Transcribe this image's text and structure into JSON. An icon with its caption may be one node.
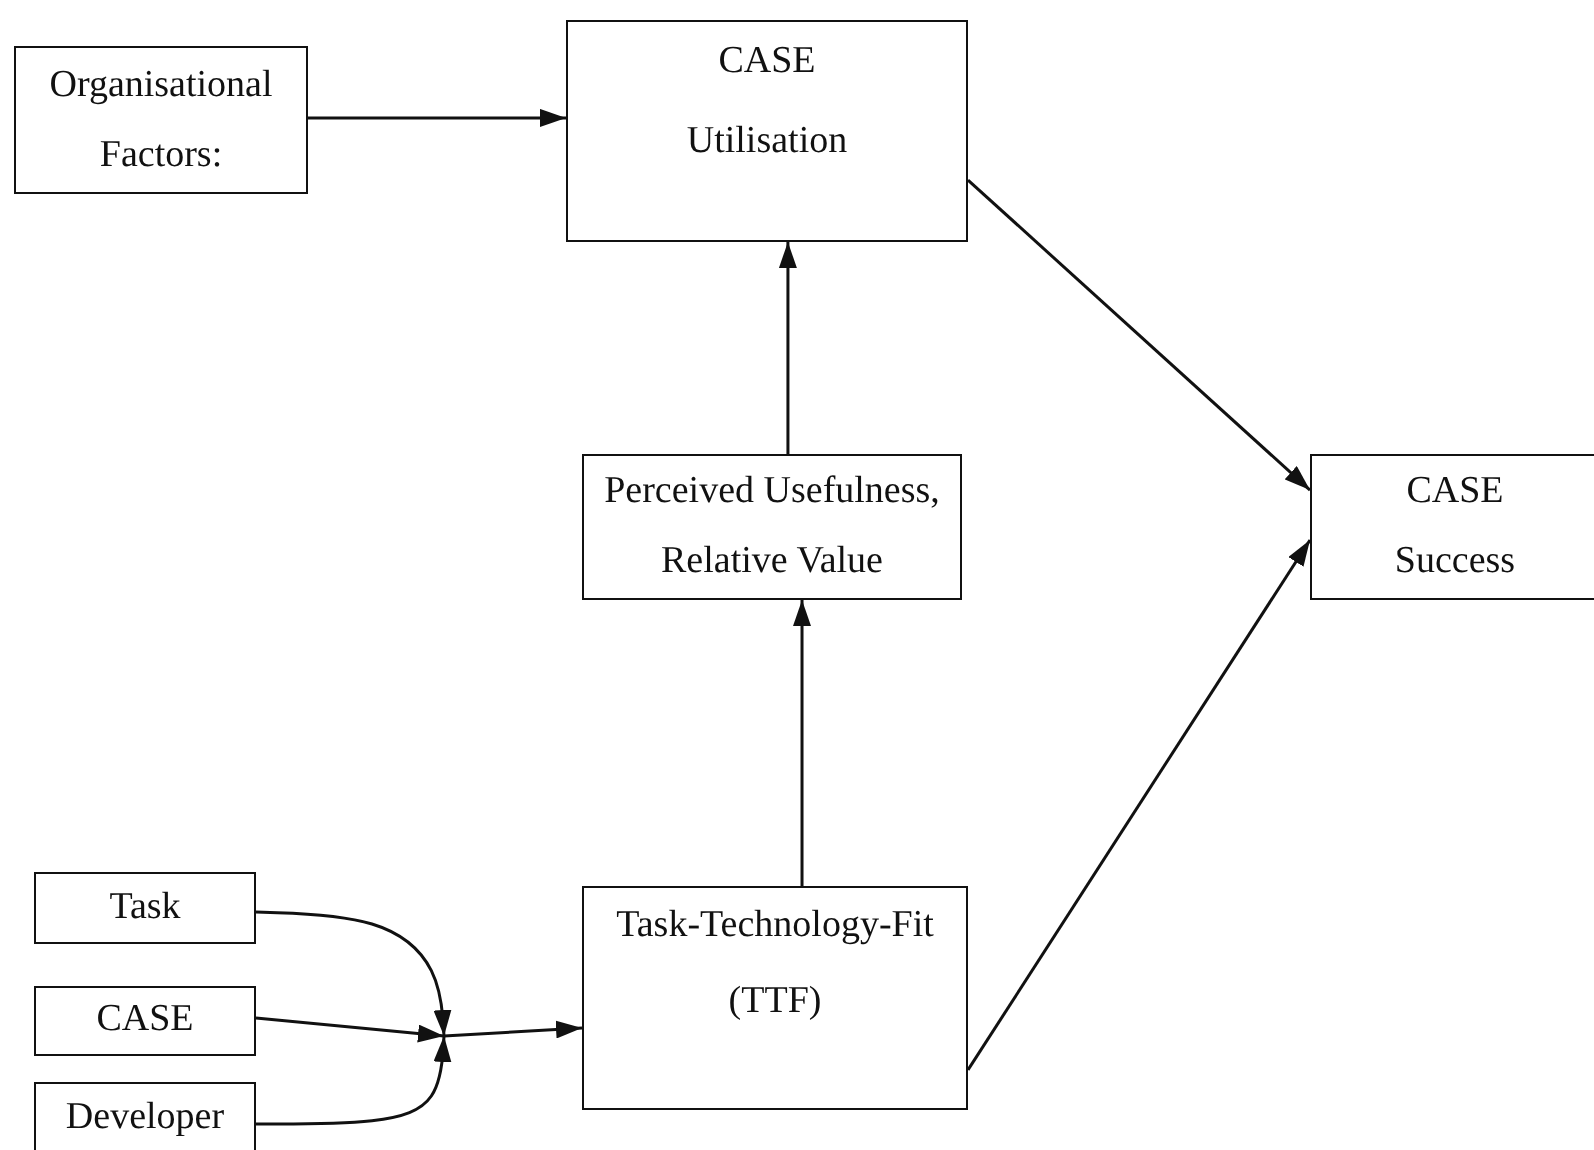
{
  "diagram": {
    "nodes": [
      {
        "text": [
          "Organisational Factors:"
        ]
      },
      {
        "text": [
          "CASE Utilisation"
        ]
      },
      {
        "text": [
          "Perceived Usefulness, Relative Value"
        ]
      },
      {
        "text": [
          "CASE Success"
        ]
      },
      {
        "text": [
          "Task"
        ]
      },
      {
        "text": [
          "CASE"
        ]
      },
      {
        "text": [
          "Developer"
        ]
      },
      {
        "text": [
          "Task-Technology-Fit (TTF)"
        ]
      }
    ],
    "edges": [
      {
        "from": 0,
        "to": 1,
        "arrow": "to"
      },
      {
        "from": 1,
        "to": 3,
        "arrow": "to"
      },
      {
        "from": 2,
        "to": 1,
        "arrow": "to"
      },
      {
        "from": 7,
        "to": 2,
        "arrow": "to"
      },
      {
        "from": 7,
        "to": 3,
        "arrow": "to"
      },
      {
        "from": 4,
        "to": 7,
        "arrow": "to"
      },
      {
        "from": 5,
        "to": 7,
        "arrow": "to"
      },
      {
        "from": 6,
        "to": 7,
        "arrow": "to"
      }
    ]
  }
}
